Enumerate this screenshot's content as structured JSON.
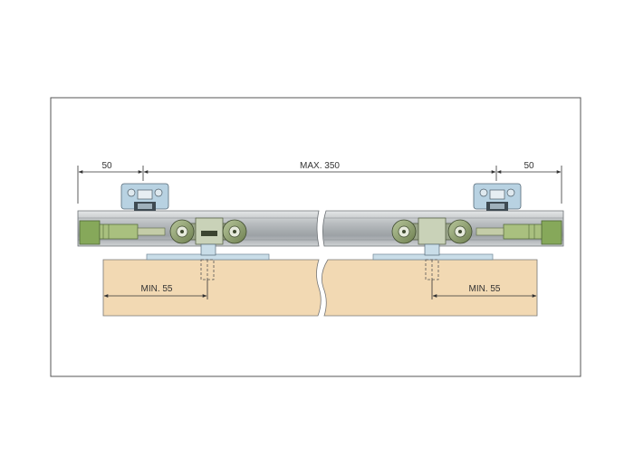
{
  "dimensions": {
    "left_offset": "50",
    "max_spacing": "MAX. 350",
    "right_offset": "50",
    "min_left": "MIN. 55",
    "min_right": "MIN. 55"
  },
  "colors": {
    "frame": "#555555",
    "rail_light": "#c8cbcc",
    "rail_dark": "#8a8f93",
    "door_wood": "#f2d9b3",
    "plate": "#c9dde8",
    "endcap_green": "#86a85a",
    "bracket_blue": "#b8d2e2",
    "dimension_line": "#333333"
  }
}
